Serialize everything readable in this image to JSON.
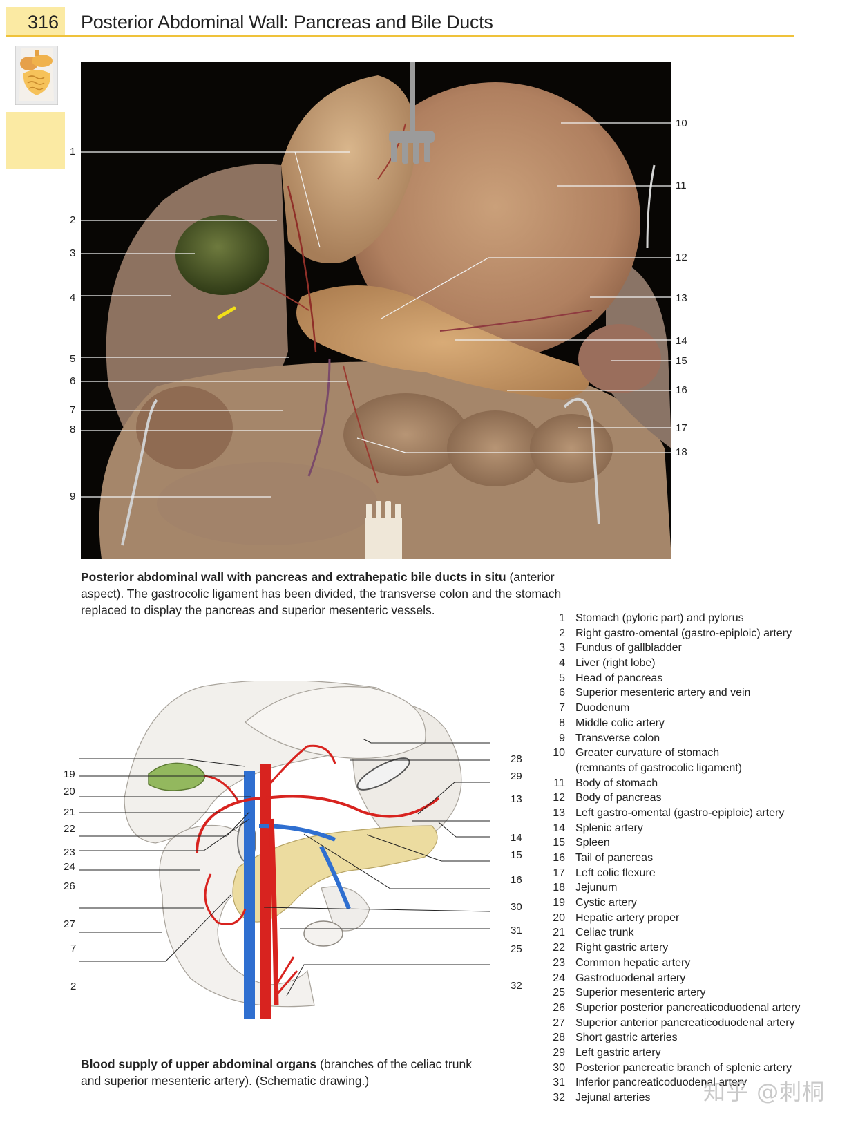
{
  "header": {
    "page_number": "316",
    "title": "Posterior Abdominal Wall: Pancreas and Bile Ducts"
  },
  "colors": {
    "accent_yellow": "#efc23a",
    "tab_fill": "#fbeaa3",
    "photo_background": "#080604",
    "artery_red": "#d8231f",
    "vein_blue": "#2f6fd0"
  },
  "photo": {
    "left_labels": [
      "1",
      "2",
      "3",
      "4",
      "5",
      "6",
      "7",
      "8",
      "9"
    ],
    "right_labels": [
      "10",
      "11",
      "12",
      "13",
      "14",
      "15",
      "16",
      "17",
      "18"
    ]
  },
  "caption_photo": {
    "bold": "Posterior abdominal wall with pancreas and extrahepatic bile ducts in situ",
    "rest": " (anterior aspect). The gastrocolic ligament has been divided, the transverse colon and the stomach replaced to display the pancreas and superior mesenteric vessels."
  },
  "drawing": {
    "left_labels": [
      "19",
      "20",
      "21",
      "22",
      "23",
      "24",
      "26",
      "27",
      "7",
      "2"
    ],
    "right_labels": [
      "28",
      "29",
      "13",
      "14",
      "15",
      "16",
      "30",
      "31",
      "25",
      "32"
    ]
  },
  "caption_drawing": {
    "bold": "Blood supply of upper abdominal organs",
    "rest": " (branches of the celiac trunk and superior mesenteric artery). (Schematic drawing.)"
  },
  "legend": [
    {
      "num": "1",
      "text": "Stomach (pyloric part) and pylorus"
    },
    {
      "num": "2",
      "text": "Right gastro-omental (gastro-epiploic) artery"
    },
    {
      "num": "3",
      "text": "Fundus of gallbladder"
    },
    {
      "num": "4",
      "text": "Liver (right lobe)"
    },
    {
      "num": "5",
      "text": "Head of pancreas"
    },
    {
      "num": "6",
      "text": "Superior mesenteric artery and vein"
    },
    {
      "num": "7",
      "text": "Duodenum"
    },
    {
      "num": "8",
      "text": "Middle colic artery"
    },
    {
      "num": "9",
      "text": "Transverse colon"
    },
    {
      "num": "10",
      "text": "Greater curvature of stomach"
    },
    {
      "num": "",
      "text": "(remnants of gastrocolic ligament)"
    },
    {
      "num": "11",
      "text": "Body of stomach"
    },
    {
      "num": "12",
      "text": "Body of pancreas"
    },
    {
      "num": "13",
      "text": "Left gastro-omental (gastro-epiploic) artery"
    },
    {
      "num": "14",
      "text": "Splenic artery"
    },
    {
      "num": "15",
      "text": "Spleen"
    },
    {
      "num": "16",
      "text": "Tail of pancreas"
    },
    {
      "num": "17",
      "text": "Left colic flexure"
    },
    {
      "num": "18",
      "text": "Jejunum"
    },
    {
      "num": "19",
      "text": "Cystic artery"
    },
    {
      "num": "20",
      "text": "Hepatic artery proper"
    },
    {
      "num": "21",
      "text": "Celiac trunk"
    },
    {
      "num": "22",
      "text": "Right gastric artery"
    },
    {
      "num": "23",
      "text": "Common hepatic artery"
    },
    {
      "num": "24",
      "text": "Gastroduodenal artery"
    },
    {
      "num": "25",
      "text": "Superior mesenteric artery"
    },
    {
      "num": "26",
      "text": "Superior posterior pancreaticoduodenal artery"
    },
    {
      "num": "27",
      "text": "Superior anterior pancreaticoduodenal artery"
    },
    {
      "num": "28",
      "text": "Short gastric arteries"
    },
    {
      "num": "29",
      "text": "Left gastric artery"
    },
    {
      "num": "30",
      "text": "Posterior pancreatic branch of splenic artery"
    },
    {
      "num": "31",
      "text": "Inferior pancreaticoduodenal artery"
    },
    {
      "num": "32",
      "text": "Jejunal arteries"
    }
  ],
  "watermark": "知乎 @刺桐"
}
